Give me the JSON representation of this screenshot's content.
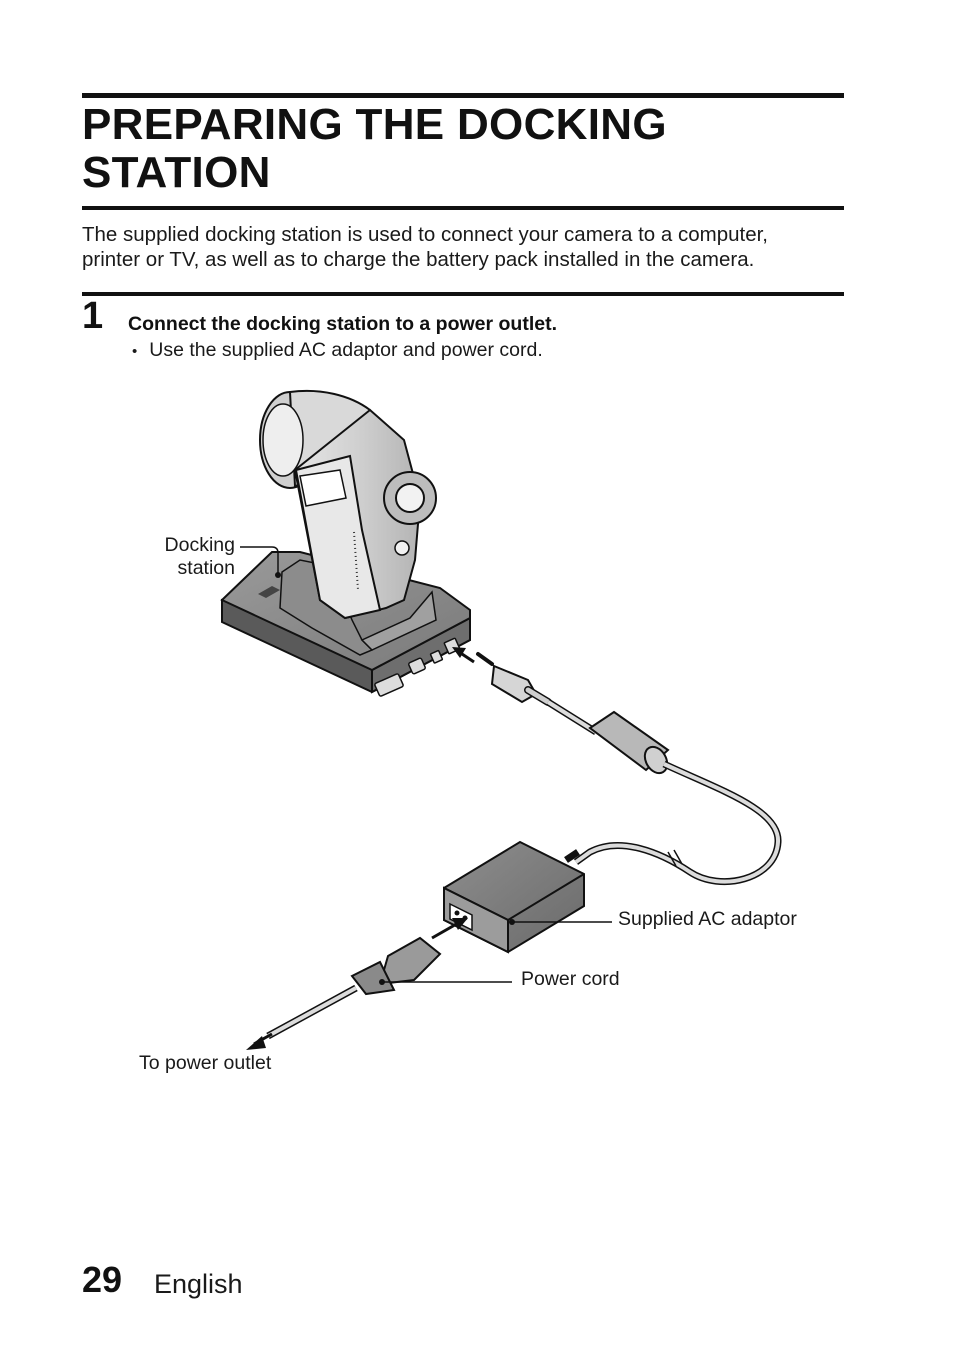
{
  "title": {
    "line1": "PREPARING THE DOCKING",
    "line2": "STATION"
  },
  "intro": {
    "line1": "The supplied docking station is used to connect your camera to a computer,",
    "line2": "printer or TV, as well as to charge the battery pack installed in the camera."
  },
  "step": {
    "number": "1",
    "instruction": "Connect the docking station to a power outlet.",
    "bullet_marker": "•",
    "bullet": "Use the supplied AC adaptor and power cord."
  },
  "figure": {
    "labels": {
      "docking_line1": "Docking",
      "docking_line2": "station",
      "adaptor": "Supplied AC adaptor",
      "power_cord": "Power cord",
      "outlet": "To power outlet"
    }
  },
  "footer": {
    "page_number": "29",
    "language": "English"
  }
}
